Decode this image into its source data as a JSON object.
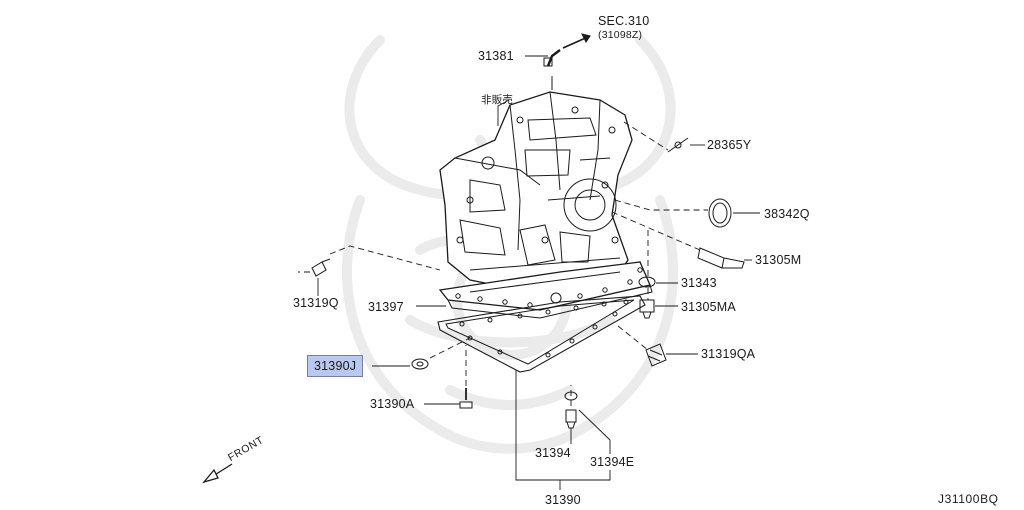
{
  "diagram_code": "J31100BQ",
  "front_label": "FRONT",
  "section_ref": {
    "line1": "SEC.310",
    "line2": "(31098Z)"
  },
  "note_not_sold": "非販売",
  "callouts": {
    "p31381": "31381",
    "p28365Y": "28365Y",
    "p38342Q": "38342Q",
    "p31305M": "31305M",
    "p31343": "31343",
    "p31305MA": "31305MA",
    "p31319QA": "31319QA",
    "p31319Q": "31319Q",
    "p31397": "31397",
    "p31390J": "31390J",
    "p31390A": "31390A",
    "p31394": "31394",
    "p31394E": "31394E",
    "p31390": "31390"
  },
  "highlighted_part": "31390J",
  "colors": {
    "line": "#1a1a1a",
    "highlight": "#b9c8ee",
    "watermark": "#ececec"
  }
}
